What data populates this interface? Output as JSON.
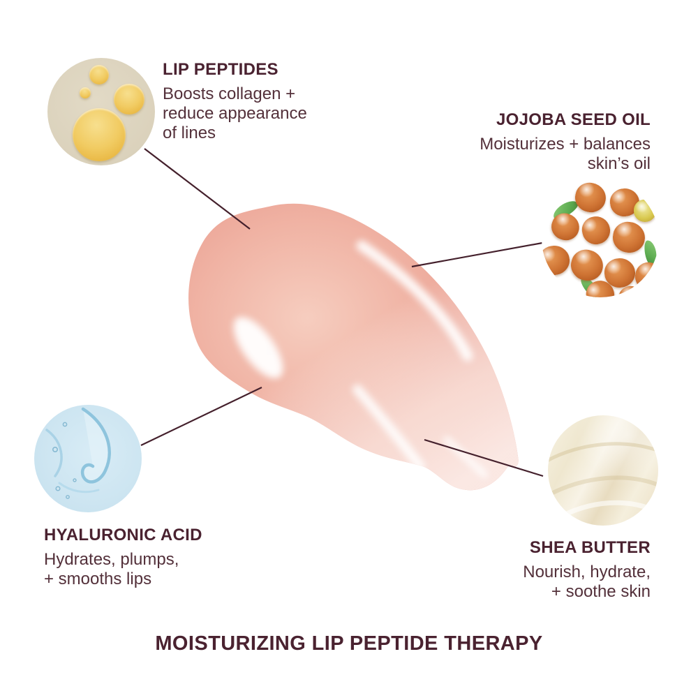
{
  "colors": {
    "background": "#ffffff",
    "heading_text": "#4a2230",
    "body_text": "#53303a",
    "connector_line": "#44202c",
    "swatch_pink": "#e89a8d",
    "swatch_pink_light": "#f6cdbf",
    "droplet_circle_bg": "#dbd2bc",
    "oil_droplet_gold": "#f1cb62",
    "jojoba_seed_orange": "#cf7434",
    "leaf_green": "#5fae53",
    "hyaluronic_blue": "#cde5f1",
    "shea_cream": "#f2ebd8"
  },
  "callouts": [
    {
      "id": "lip-peptides",
      "title": "LIP PEPTIDES",
      "lines": [
        "Boosts collagen +",
        "reduce appearance",
        "of lines"
      ],
      "image": "oil-droplets-photo"
    },
    {
      "id": "jojoba-seed-oil",
      "title": "JOJOBA SEED OIL",
      "lines": [
        "Moisturizes + balances",
        "skin’s oil"
      ],
      "image": "jojoba-seeds-photo"
    },
    {
      "id": "hyaluronic-acid",
      "title": "HYALURONIC ACID",
      "lines": [
        "Hydrates, plumps,",
        "+ smooths lips"
      ],
      "image": "hyaluronic-gel-photo"
    },
    {
      "id": "shea-butter",
      "title": "SHEA BUTTER",
      "lines": [
        "Nourish, hydrate,",
        "+ soothe skin"
      ],
      "image": "shea-butter-photo"
    }
  ],
  "footer": {
    "title": "MOISTURIZING LIP PEPTIDE THERAPY"
  }
}
